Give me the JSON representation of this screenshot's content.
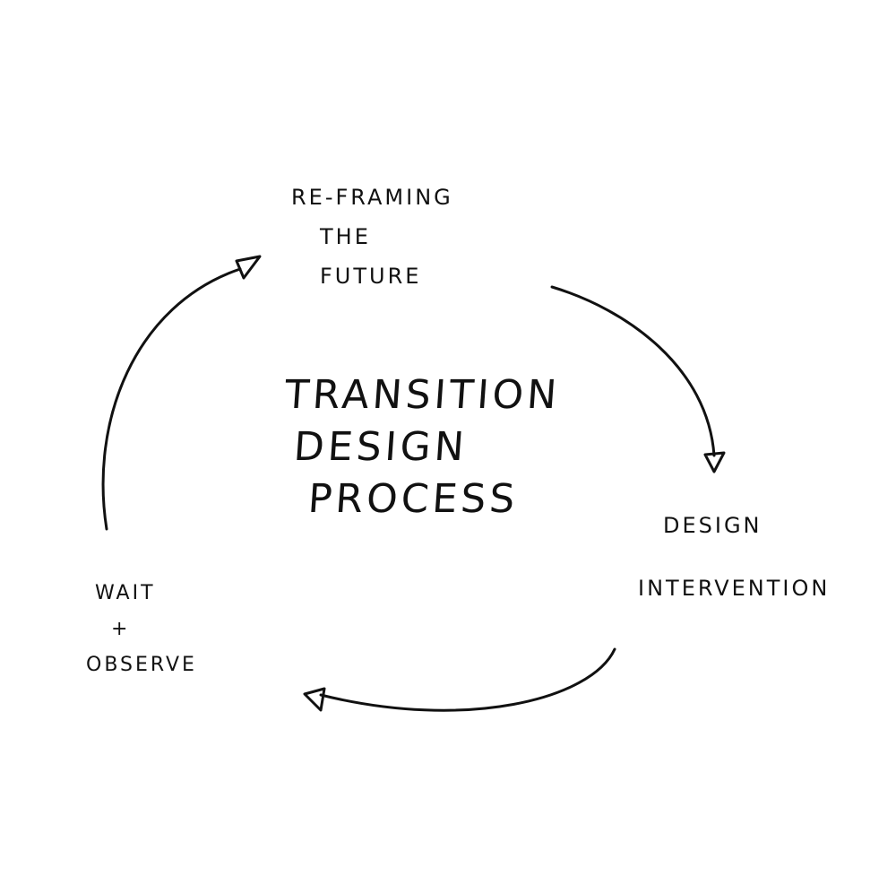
{
  "diagram": {
    "center_title": [
      "TRANSITION",
      "DESIGN",
      "PROCESS"
    ],
    "nodes": [
      {
        "id": "reframing",
        "lines": [
          "RE-FRAMING",
          "THE",
          "FUTURE"
        ]
      },
      {
        "id": "intervention",
        "lines": [
          "DESIGN",
          "INTERVENTION"
        ]
      },
      {
        "id": "observe",
        "lines": [
          "WAIT",
          "+",
          "OBSERVE"
        ]
      }
    ],
    "colors": {
      "background": "#ffffff",
      "ink": "#111111"
    }
  }
}
